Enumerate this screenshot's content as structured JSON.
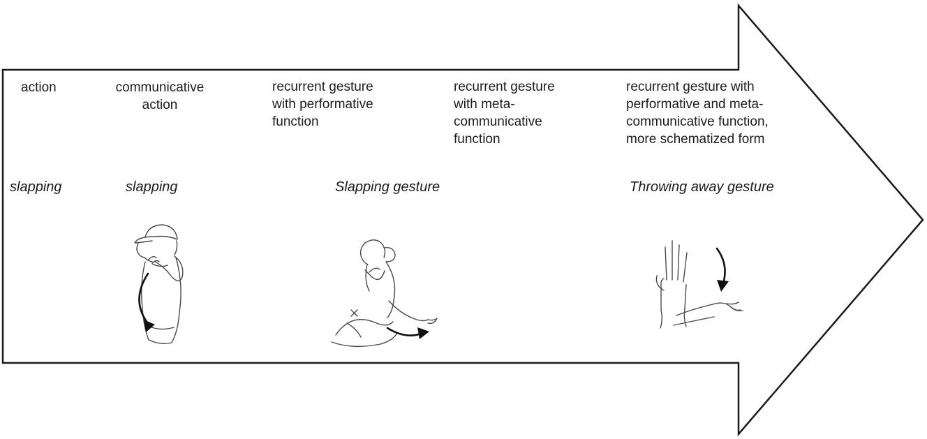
{
  "diagram": {
    "stages": [
      {
        "label": "action",
        "example": "slapping"
      },
      {
        "label": "communicative\naction",
        "example": "slapping"
      },
      {
        "label": "recurrent gesture\nwith performative\nfunction",
        "example": "Slapping gesture"
      },
      {
        "label": "recurrent gesture\nwith meta-\ncommunicative\nfunction",
        "example": ""
      },
      {
        "label": "recurrent gesture with\nperformative and meta-\ncommunicative function,\nmore schematized form",
        "example": "Throwing away gesture"
      }
    ],
    "sketches": [
      {
        "name": "slapping-person-sketch"
      },
      {
        "name": "slapping-gesture-seated-sketch"
      },
      {
        "name": "throwing-away-hands-sketch"
      }
    ]
  }
}
